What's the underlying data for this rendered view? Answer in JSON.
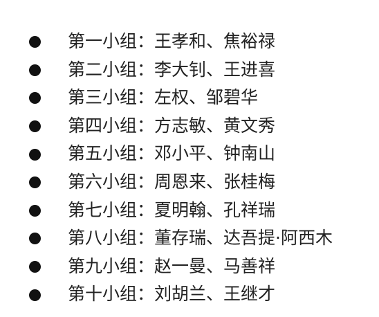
{
  "groups": [
    {
      "label": "第一小组：王孝和、焦裕禄"
    },
    {
      "label": "第二小组：李大钊、王进喜"
    },
    {
      "label": "第三小组：左权、邹碧华"
    },
    {
      "label": "第四小组：方志敏、黄文秀"
    },
    {
      "label": "第五小组：邓小平、钟南山"
    },
    {
      "label": "第六小组：周恩来、张桂梅"
    },
    {
      "label": "第七小组：夏明翰、孔祥瑞"
    },
    {
      "label": "第八小组：董存瑞、达吾提·阿西木"
    },
    {
      "label": "第九小组：赵一曼、马善祥"
    },
    {
      "label": "第十小组：刘胡兰、王继才"
    }
  ]
}
